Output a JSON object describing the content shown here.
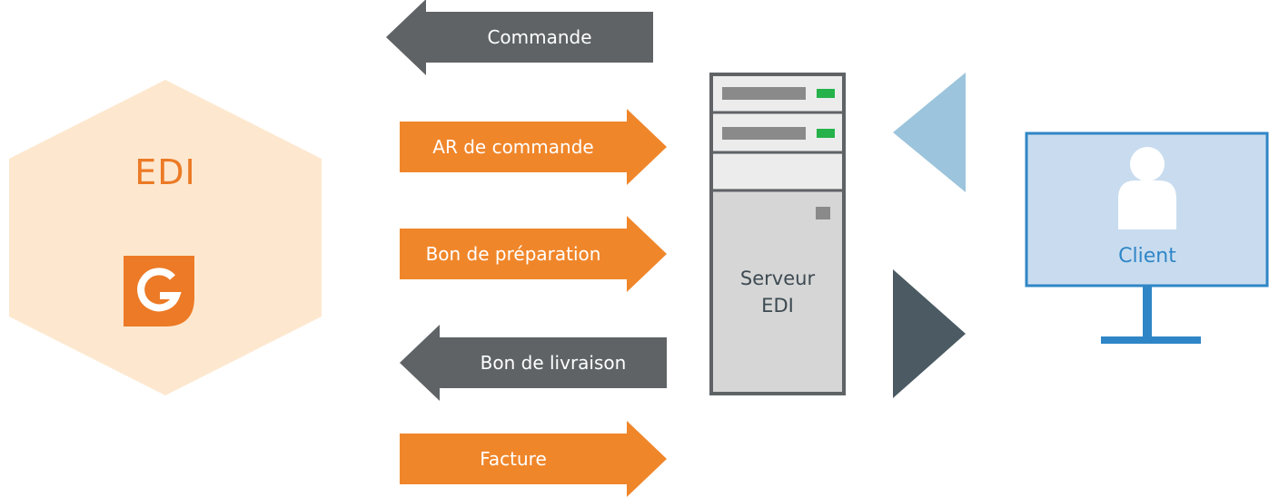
{
  "edi_block": {
    "title": "EDI",
    "logo_icon": "g-logo-icon"
  },
  "flows": [
    {
      "label": "Commande",
      "direction": "left",
      "color": "#5f6366"
    },
    {
      "label": "AR de commande",
      "direction": "right",
      "color": "#f0862a"
    },
    {
      "label": "Bon de préparation",
      "direction": "right",
      "color": "#f0862a"
    },
    {
      "label": "Bon de livraison",
      "direction": "left",
      "color": "#5f6366"
    },
    {
      "label": "Facture",
      "direction": "right",
      "color": "#f0862a"
    }
  ],
  "server": {
    "label_line1": "Serveur",
    "label_line2": "EDI",
    "icon": "server-icon"
  },
  "client": {
    "label": "Client",
    "icon": "monitor-icon",
    "user_icon": "user-icon"
  },
  "colors": {
    "orange": "#f0862a",
    "gray": "#5f6366",
    "hex_fill": "#fde8cf",
    "light_blue_triangle": "#9cc4dc",
    "dark_triangle": "#4b5a63",
    "monitor_fill": "#c9dcef",
    "monitor_border": "#2f86c7"
  }
}
